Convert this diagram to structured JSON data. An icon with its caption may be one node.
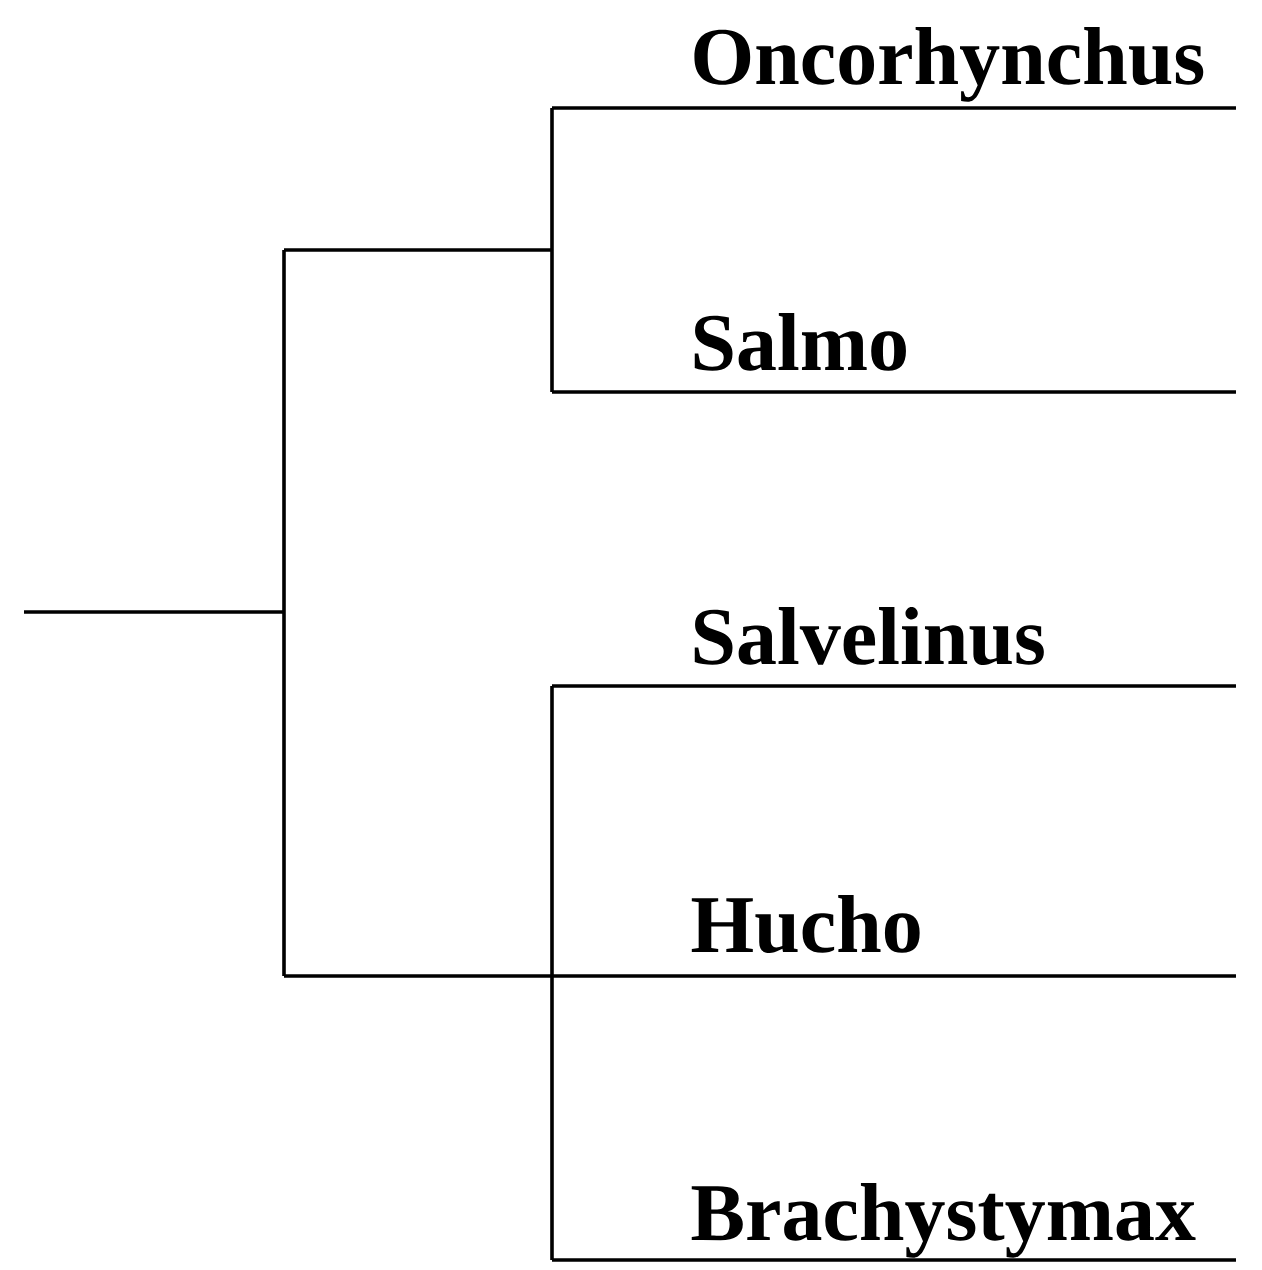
{
  "diagram": {
    "labels": [
      "Oncorhynchus",
      "Salmo",
      "Salvelinus",
      "Hucho",
      "Brachystymax"
    ]
  }
}
